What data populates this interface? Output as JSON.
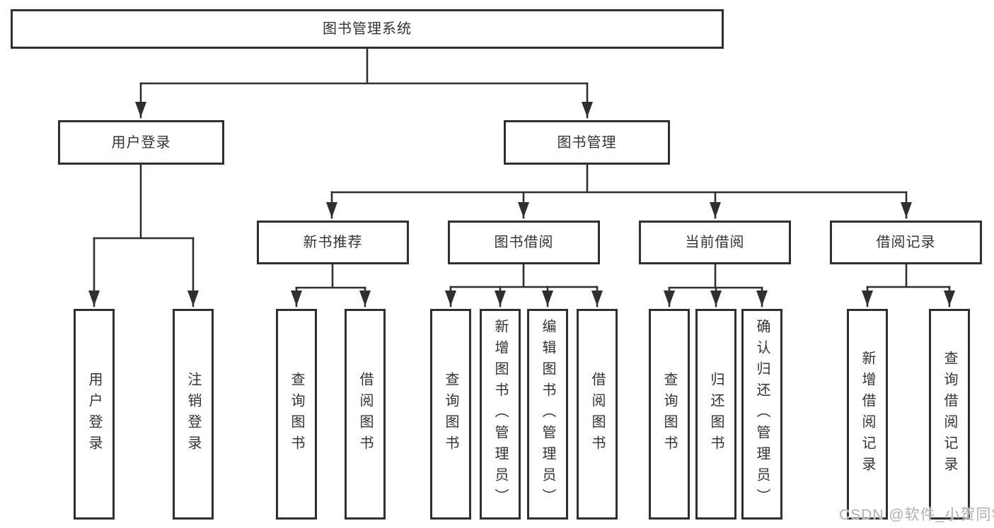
{
  "colors": {
    "line": "#2f2f2f",
    "text": "#333333",
    "box_bg": "#ffffff",
    "watermark": "#b0b0b0"
  },
  "nodes": {
    "root": "图书管理系统",
    "user_branch": "用户登录",
    "book_branch": "图书管理",
    "user_children": [
      "用户登录",
      "注销登录"
    ],
    "modules": [
      "新书推荐",
      "图书借阅",
      "当前借阅",
      "借阅记录"
    ],
    "module_children": [
      [
        "查询图书",
        "借阅图书"
      ],
      [
        "查询图书",
        "新增图书（管理员）",
        "编辑图书（管理员）",
        "借阅图书"
      ],
      [
        "查询图书",
        "归还图书",
        "确认归还（管理员）"
      ],
      [
        "新增借阅记录",
        "查询借阅记录"
      ]
    ]
  },
  "watermark": "CSDN @软件_小贺同学"
}
